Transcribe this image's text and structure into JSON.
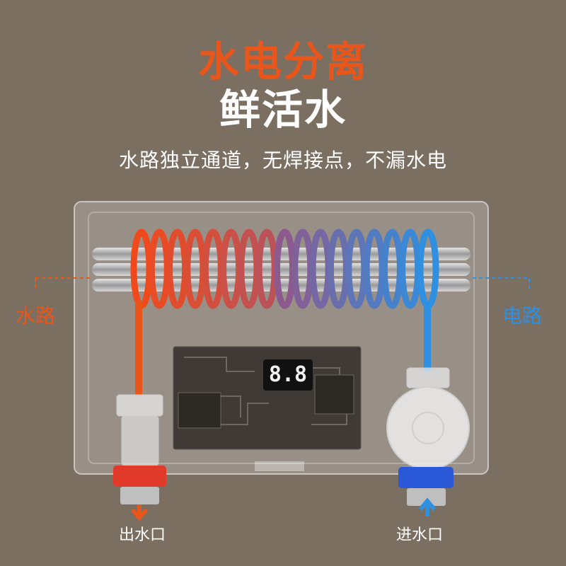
{
  "headline": "水电分离",
  "subheadline": "鲜活水",
  "tagline": "水路独立通道，无焊接点，不漏水电",
  "labels": {
    "water_path": "水路",
    "electric_path": "电路",
    "outlet": "出水口",
    "inlet": "进水口"
  },
  "display_value": "8.8",
  "colors": {
    "background": "#7b6f62",
    "hot": "#e8561c",
    "cold": "#2f8fe0",
    "heading_accent": "#e8561c"
  }
}
